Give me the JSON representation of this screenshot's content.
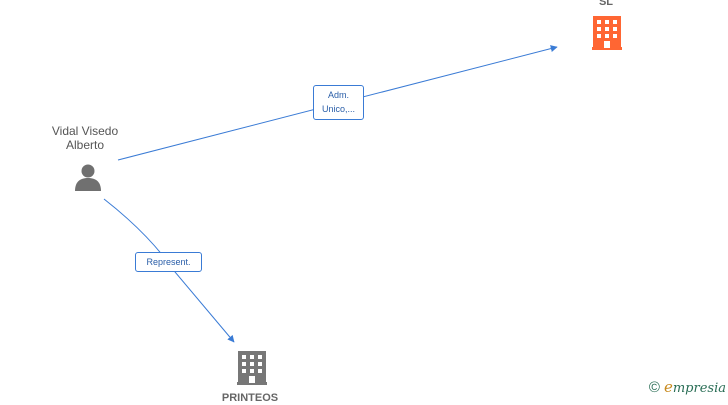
{
  "nodes": {
    "person": {
      "line1": "Vidal Visedo",
      "line2": "Alberto",
      "icon": "person-icon"
    },
    "company_top": {
      "label": "SL",
      "icon": "building-icon",
      "color": "#ff6633"
    },
    "company_bottom": {
      "label": "PRINTEOS",
      "icon": "building-icon",
      "color": "#777777"
    }
  },
  "edges": {
    "adm": {
      "line1": "Adm.",
      "line2": "Unico,..."
    },
    "represent": {
      "line1": "Represent."
    }
  },
  "footer": {
    "copyright": "©",
    "brand_first": "e",
    "brand_rest": "mpresia"
  },
  "colors": {
    "edge": "#3a7bd5"
  }
}
